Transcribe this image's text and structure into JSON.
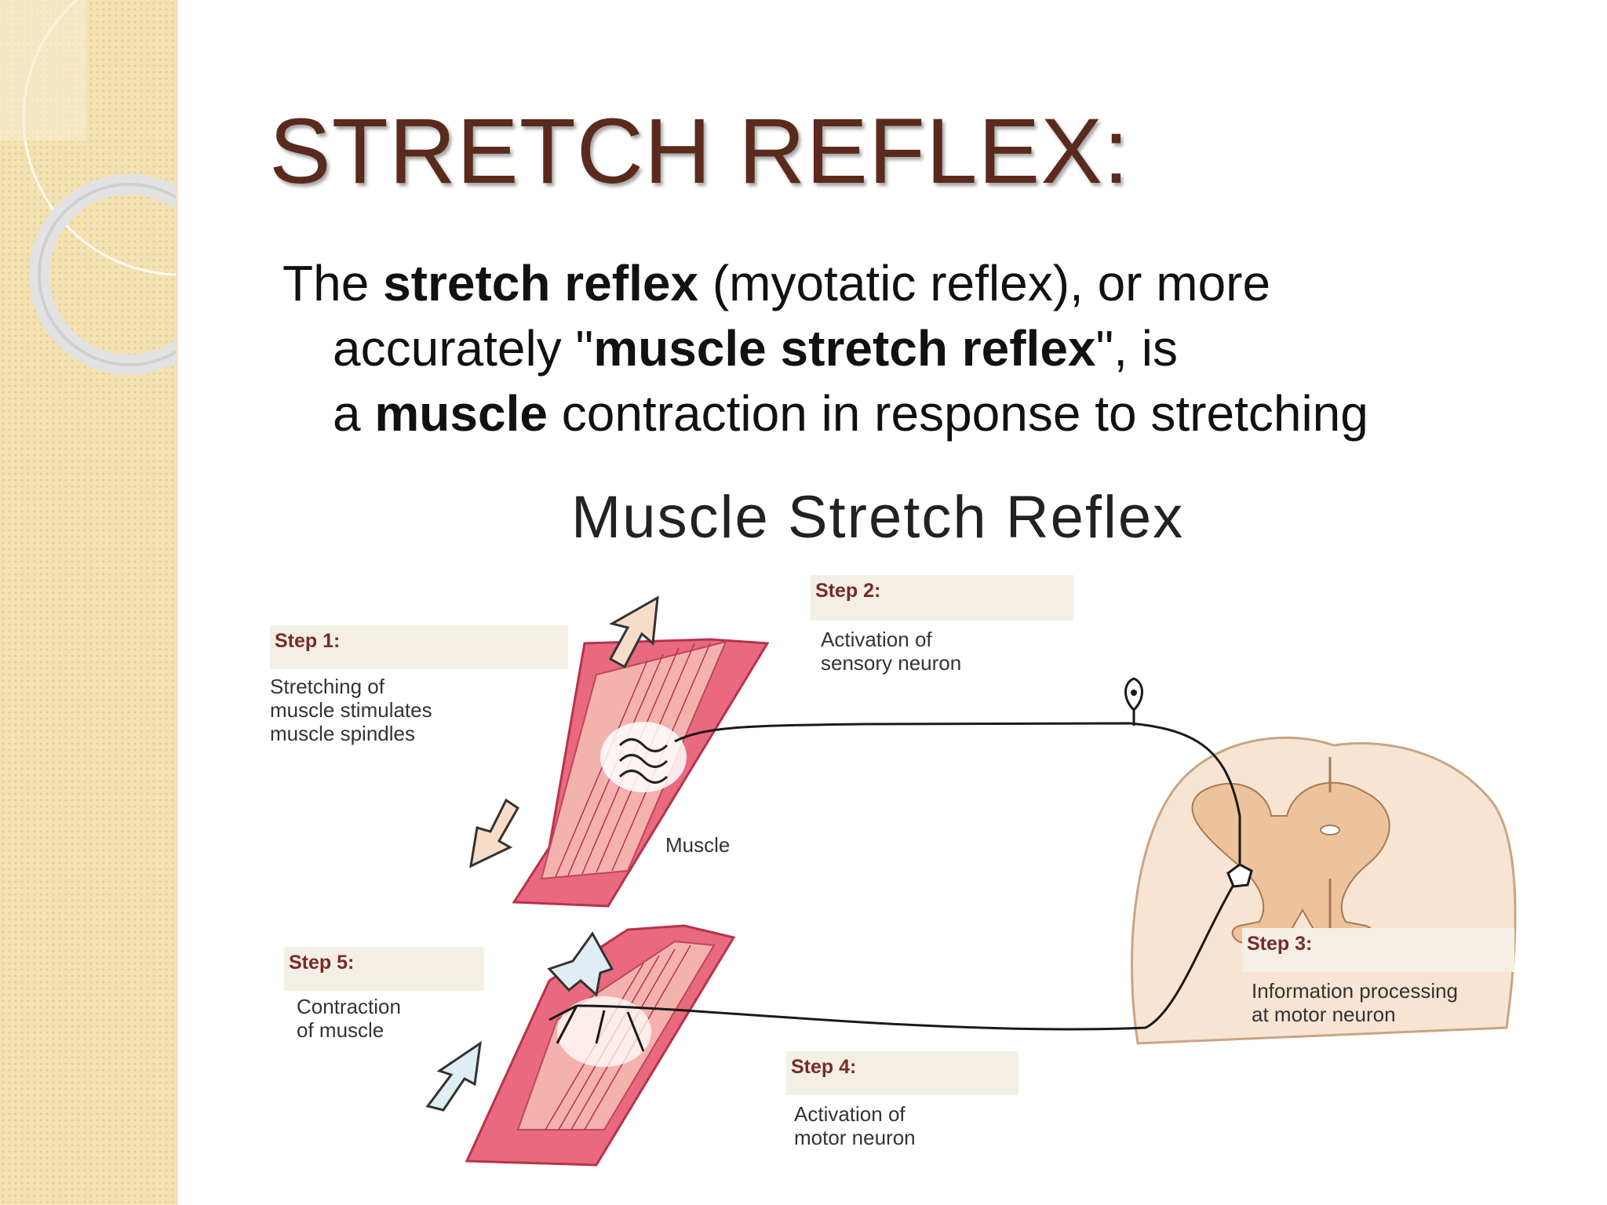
{
  "slide": {
    "title": "STRETCH REFLEX:",
    "body": {
      "l1_a": "The ",
      "l1_b": "stretch reflex",
      "l1_c": " (myotatic reflex), or more",
      "l2_a": "accurately \"",
      "l2_b": "muscle stretch reflex",
      "l2_c": "\", is",
      "l3_a": "a ",
      "l3_b": "muscle",
      "l3_c": " contraction in response to stretching"
    }
  },
  "figure": {
    "title": "Muscle  Stretch Reflex",
    "muscle_label": "Muscle",
    "steps": [
      {
        "label": "Step 1:",
        "desc": "Stretching of\nmuscle stimulates\nmuscle spindles"
      },
      {
        "label": "Step 2:",
        "desc": "Activation of\nsensory neuron"
      },
      {
        "label": "Step 3:",
        "desc": "Information processing\nat motor neuron"
      },
      {
        "label": "Step 4:",
        "desc": "Activation of\nmotor neuron"
      },
      {
        "label": "Step 5:",
        "desc": "Contraction\nof muscle"
      }
    ]
  },
  "colors": {
    "title": "#5a2a1d",
    "muscle": "#e9697f",
    "cord_outer": "#f8e4d2",
    "gray_matter": "#eec39b",
    "arrow_stretch": "#f7ddc8",
    "arrow_contract": "#dfeef5"
  }
}
